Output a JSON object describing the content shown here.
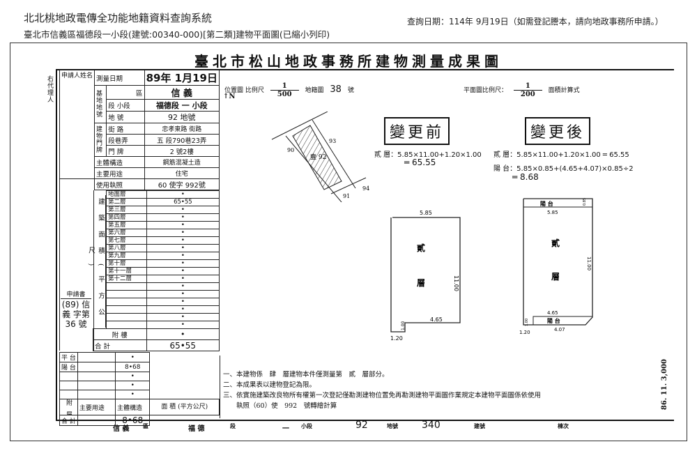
{
  "header": {
    "system_title": "北北桃地政電傳全功能地籍資料查詢系統",
    "subtitle": "臺北市信義區福德段一小段(建號:00340-000)[第二類]建物平面圖(已縮小列印)",
    "query_date": "查詢日期：114年 9月19日（如需登記謄本，請向地政事務所申請。）"
  },
  "document": {
    "title": "臺北市松山地政事務所建物測量成果圖",
    "agent_label": "右代理人",
    "applicant_label": "申請人姓名",
    "survey_date_label": "測量日期",
    "survey_date": "89年 1月19日",
    "land_label": "基地地號",
    "district_label": "區",
    "district": "信 義",
    "section_label": "段 小段",
    "section": "福德段 一 小段",
    "lot_label": "地 號",
    "lot": "92 地號",
    "address_label": "建物門牌",
    "street_label": "街 路",
    "street": "忠孝東路 街路",
    "lane_label": "段巷弄",
    "lane": "五 段790巷23弄",
    "number_label": "門 牌",
    "number": "2 號2樓",
    "structure_label": "主體構造",
    "structure": "鋼筋混凝土造",
    "use_label": "主要用途",
    "use": "住宅",
    "permit_label": "使用執照",
    "permit": "60 使字 992號",
    "area_label": "建築面積(平方公尺)",
    "floors": [
      {
        "label": "地面層",
        "value": "•"
      },
      {
        "label": "第二層",
        "value": "65•55"
      },
      {
        "label": "第三層",
        "value": "•"
      },
      {
        "label": "第四層",
        "value": "•"
      },
      {
        "label": "第五層",
        "value": "•"
      },
      {
        "label": "第六層",
        "value": "•"
      },
      {
        "label": "第七層",
        "value": "•"
      },
      {
        "label": "第八層",
        "value": "•"
      },
      {
        "label": "第九層",
        "value": "•"
      },
      {
        "label": "第十層",
        "value": "•"
      },
      {
        "label": "第十一層",
        "value": "•"
      },
      {
        "label": "第十二層",
        "value": "•"
      },
      {
        "label": "",
        "value": "•"
      },
      {
        "label": "",
        "value": "•"
      },
      {
        "label": "",
        "value": "•"
      },
      {
        "label": "",
        "value": "•"
      },
      {
        "label": "",
        "value": "•"
      },
      {
        "label": "",
        "value": "•"
      }
    ],
    "annex_floor_label": "附 樓",
    "annex_floor_value": "•",
    "total_label": "合 計",
    "total_value": "65•55",
    "application_label": "申請書",
    "application_no": "(89) 信義 字第 36 號",
    "annex": {
      "title": "附屬建物",
      "col_use": "主要用途",
      "col_structure": "主體構造",
      "col_area": "面 積 (平方公尺)",
      "rows": [
        {
          "use": "平 台",
          "value": "•"
        },
        {
          "use": "陽 台",
          "value": "8•68"
        },
        {
          "use": "",
          "value": "•"
        },
        {
          "use": "",
          "value": "•"
        },
        {
          "use": "",
          "value": "•"
        }
      ],
      "total_label": "合 計",
      "total_value": "8•68"
    },
    "location_map_label": "位置圖 比例尺",
    "location_scale_num": "1",
    "location_scale_den": "500",
    "cadastral_map_label": "地籍圖",
    "cadastral_map_no": "38",
    "cadastral_map_suffix": "號",
    "north": "↑N",
    "plan_scale_label": "平面圖比例尺：",
    "plan_scale_num": "1",
    "plan_scale_den": "200",
    "area_calc_label": "面積計算式",
    "before_label": "變更前",
    "after_label": "變更後",
    "before_formula_1": "貳 層：5.85×11.00+1.20×1.00",
    "before_formula_2": "═ 65.55",
    "after_formula_1": "貳 層：5.85×11.00+1.20×1.00 ═ 65.55",
    "after_formula_2": "陽 台：5.85×0.85+(4.65+4.07)×0.85÷2",
    "after_formula_3": "═ 8.68",
    "site": {
      "lot_left": "90",
      "lot_right": "93",
      "lot_center": "壹 92",
      "lot_below": "91",
      "lot_below2": "94"
    },
    "plan_before": {
      "top": "5.85",
      "right": "11.00",
      "bottom": "4.65",
      "step": "1.00",
      "stepw": "1.20",
      "floor": "貳",
      "floor2": "層"
    },
    "plan_after": {
      "balcony_top": "陽 台",
      "top": "5.85",
      "right": "11.00",
      "bottom": "4.65",
      "balcony_bottom": "陽 台",
      "bottom2": "4.07",
      "stepw": "1.20",
      "floor": "貳",
      "floor2": "層",
      "dim_085": "0.85",
      "dim_100": "1.00"
    },
    "notes": [
      "一、本建物係　肆　層建物本件僅測量第　貳　層部分。",
      "二、本成果表以建物登記為限。",
      "三、依實施建築改良物所有權第一次登記僅勘測建物位置免再勘測建物平面圖作業規定本建物平面圖係依使用",
      "　　執照（60）使　992　號轉繪計算"
    ],
    "footer": {
      "district": "信 義",
      "district_suffix": "區",
      "section": "福 德",
      "section_suffix": "段",
      "subsection": "一",
      "subsection_suffix": "小段",
      "lot": "92",
      "lot_suffix": "地號",
      "building_no": "340",
      "building_suffix": "建號",
      "unit_suffix": "棟次"
    },
    "print_code": "86. 11. 3,000"
  }
}
